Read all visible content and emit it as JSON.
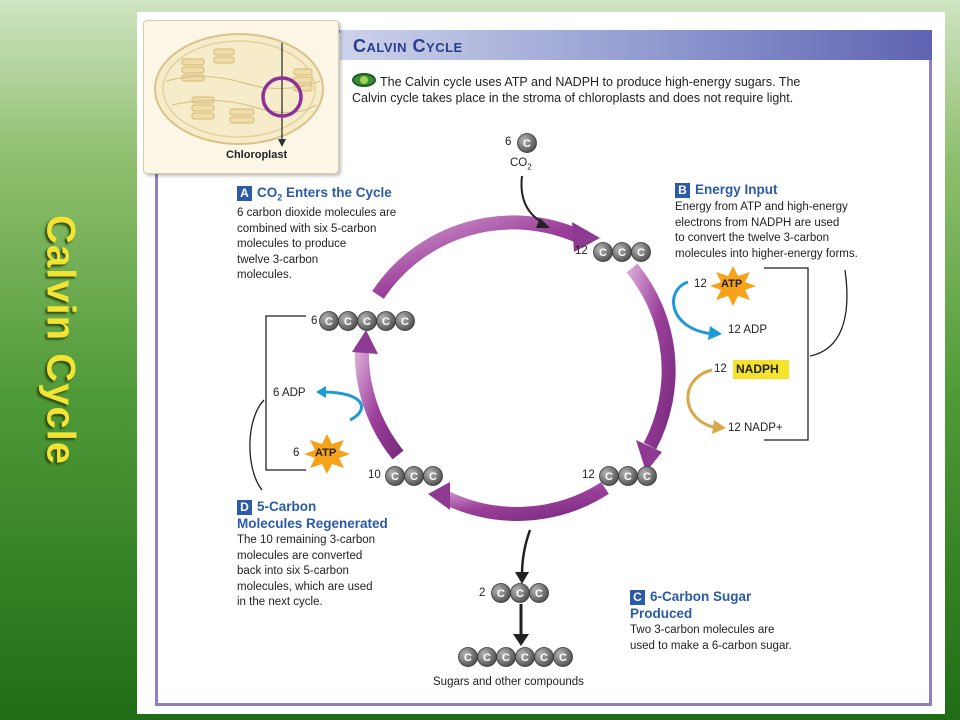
{
  "side_title": "Calvin Cycle",
  "header": {
    "title": "Calvin Cycle"
  },
  "intro": {
    "line1": "The Calvin cycle uses ATP and NADPH to produce high-energy sugars. The",
    "line2": "Calvin cycle takes place in the stroma of chloroplasts and does not require light."
  },
  "inset": {
    "label": "Chloroplast"
  },
  "co2_input": {
    "count": "6",
    "formula": "CO",
    "subscript": "2"
  },
  "sections": {
    "A": {
      "letter": "A",
      "title_pre": "CO",
      "title_sub": "2",
      "title_post": " Enters the Cycle",
      "body": [
        "6 carbon dioxide molecules are",
        "combined with six 5-carbon",
        "molecules to produce",
        "twelve 3-carbon",
        "molecules."
      ]
    },
    "B": {
      "letter": "B",
      "title": "Energy Input",
      "body": [
        "Energy from ATP and high-energy",
        "electrons from NADPH are used",
        "to convert the twelve 3-carbon",
        "molecules into higher-energy forms."
      ]
    },
    "C": {
      "letter": "C",
      "title_line1": "6-Carbon Sugar",
      "title_line2": "Produced",
      "body": [
        "Two 3-carbon molecules are",
        "used to make a 6-carbon sugar."
      ]
    },
    "D": {
      "letter": "D",
      "title_line1": "5-Carbon",
      "title_line2": "Molecules Regenerated",
      "body": [
        "The 10 remaining 3-carbon",
        "molecules are converted",
        "back into six 5-carbon",
        "molecules, which are used",
        "in the next cycle."
      ]
    }
  },
  "molecules": {
    "top_right": "12",
    "right_lower": "12",
    "lower_left": "10",
    "left": "6",
    "output": "2"
  },
  "energy_right": {
    "atp_count": "12",
    "atp": "ATP",
    "adp": "12 ADP",
    "nadph_count": "12",
    "nadph": "NADPH",
    "nadp": "12 NADP+"
  },
  "energy_left": {
    "adp": "6 ADP",
    "atp_count": "6",
    "atp": "ATP"
  },
  "output": {
    "label": "Sugars and other compounds"
  },
  "carbon_symbol": "C",
  "colors": {
    "cycle": "#9b3f9b",
    "badge": "#2a5aa8",
    "atp": "#f6a21a",
    "nadph": "#f5e22a",
    "carbon": "#6b6b6b"
  }
}
